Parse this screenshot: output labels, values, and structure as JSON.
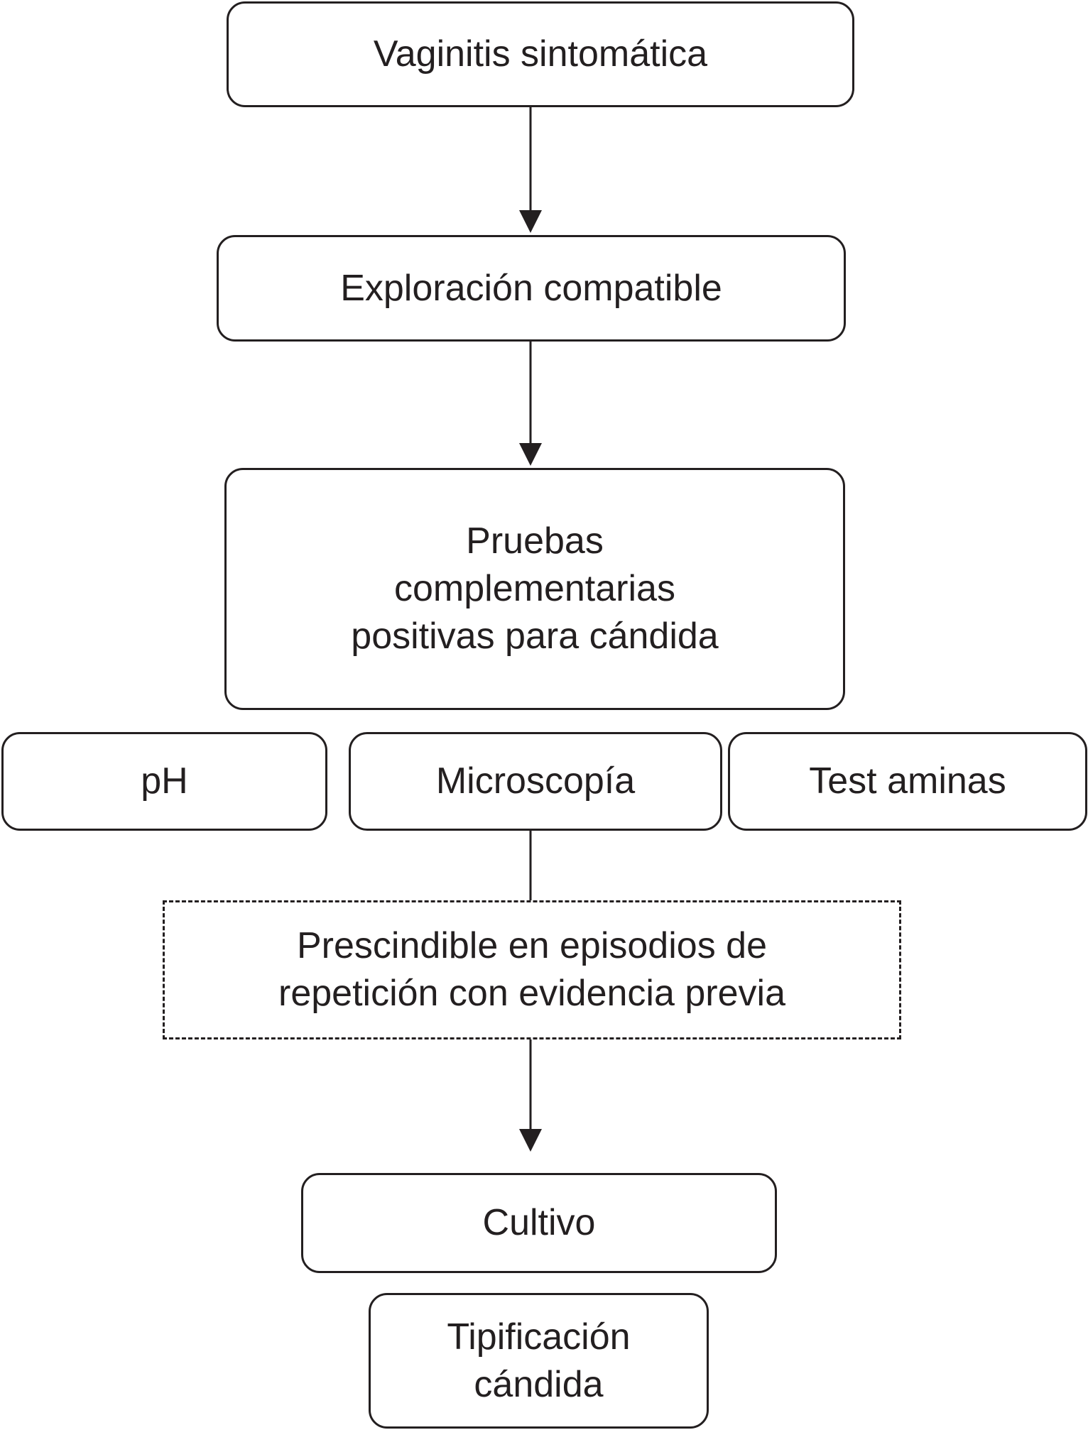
{
  "nodes": {
    "vaginitis": "Vaginitis sintomática",
    "exploracion": "Exploración compatible",
    "pruebas": [
      "Pruebas",
      "complementarias",
      "positivas para cándida"
    ],
    "ph": "pH",
    "microscopia": "Microscopía",
    "test_aminas": "Test aminas",
    "prescindible": [
      "Prescindible en episodios de",
      "repetición con evidencia previa"
    ],
    "cultivo": "Cultivo",
    "tipificacion": [
      "Tipificación",
      "cándida"
    ]
  },
  "colors": {
    "line": "#231f20",
    "background": "#ffffff"
  }
}
